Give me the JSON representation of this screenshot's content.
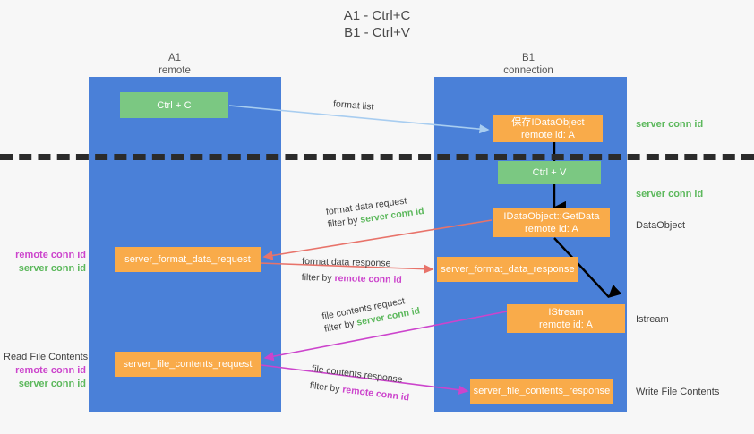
{
  "title": "A1 - Ctrl+C\nB1 - Ctrl+V",
  "colors": {
    "lane": "#4a80d8",
    "green_box": "#7bc882",
    "orange_box": "#f9ab4a",
    "server_conn": "#5cb85c",
    "remote_conn": "#cc44cc",
    "arrow_blue": "#a8cdf0",
    "arrow_red": "#e8736a",
    "arrow_magenta": "#cc44cc",
    "arrow_black": "#000000",
    "divider": "#2b2b2b",
    "background": "#f7f7f7"
  },
  "columns": {
    "left": {
      "name": "A1",
      "role": "remote",
      "header": "A1\nremote"
    },
    "right": {
      "name": "B1",
      "role": "connection",
      "header": "B1\nconnection"
    }
  },
  "boxes": {
    "ctrl_c": "Ctrl + C",
    "ctrl_v": "Ctrl + V",
    "save_idataobject": "保存IDataObject\nremote id: A",
    "getdata": "IDataObject::GetData\nremote id: A",
    "istream": "IStream\nremote id: A",
    "server_format_data_request": "server_format_data_request",
    "server_format_data_response": "server_format_data_response",
    "server_file_contents_request": "server_file_contents_request",
    "server_file_contents_response": "server_file_contents_response"
  },
  "right_labels": {
    "conn_top": "server conn id",
    "conn_second": "server conn id",
    "dataobject": "DataObject",
    "istream": "Istream",
    "write_file_contents": "Write File Contents"
  },
  "left_labels": {
    "format_remote": "remote conn id",
    "format_server": "server conn id",
    "read_file_contents": "Read File Contents",
    "file_remote": "remote conn id",
    "file_server": "server conn id"
  },
  "edges": {
    "format_list": "format list",
    "format_data_request": "format data request",
    "format_data_request_filter_prefix": "filter by ",
    "format_data_request_filter_value": "server conn id",
    "format_data_response": "format data response",
    "format_data_response_filter_prefix": "filter by ",
    "format_data_response_filter_value": "remote conn id",
    "file_contents_request": "file contents request",
    "file_contents_request_filter_prefix": "filter by ",
    "file_contents_request_filter_value": "server conn id",
    "file_contents_response": "file contents response",
    "file_contents_response_filter_prefix": "filter by ",
    "file_contents_response_filter_value": "remote conn id"
  }
}
